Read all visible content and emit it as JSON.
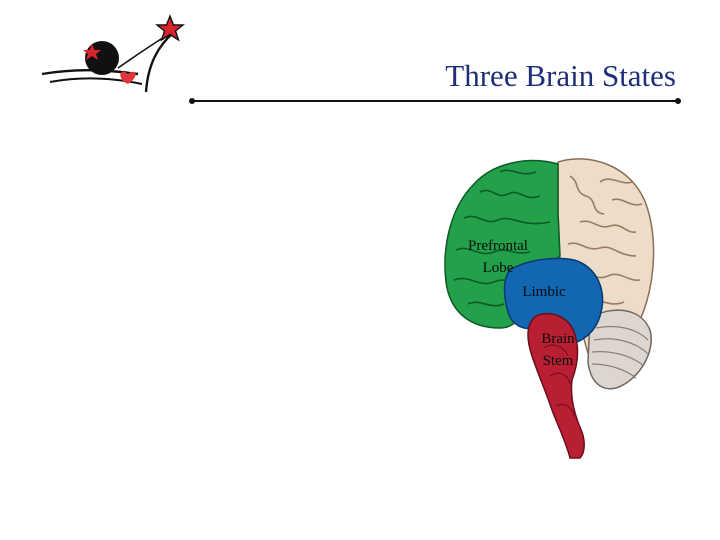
{
  "slide": {
    "title": "Three Brain States"
  },
  "logo": {
    "icon": "star-heart-logo",
    "colors": {
      "star": "#d8242a",
      "body": "#111111",
      "heart": "#e0353b"
    }
  },
  "diagram": {
    "labels": {
      "prefrontal": "Prefrontal\nLobe",
      "limbic": "Limbic",
      "brainstem": "Brain\nStem"
    },
    "colors": {
      "prefrontal": "#22a04a",
      "cortex": "#ecdcc8",
      "limbic": "#1266b2",
      "brainstem": "#b81f33",
      "cerebellum": "#ddd6d0"
    }
  }
}
